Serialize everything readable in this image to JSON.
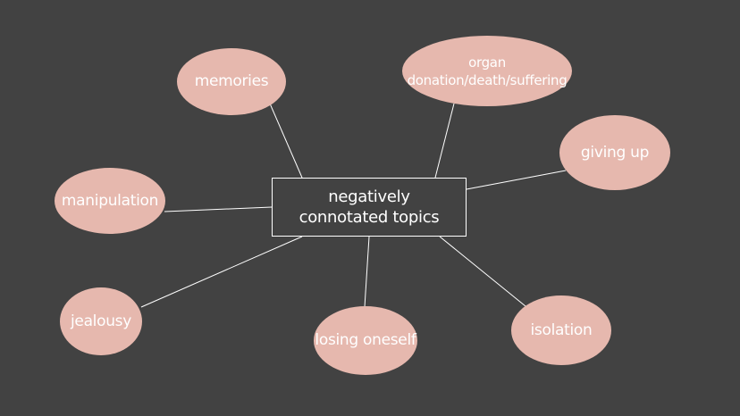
{
  "diagram": {
    "center": {
      "label": "negatively connotated topics"
    },
    "nodes": [
      {
        "id": "memories",
        "label": "memories"
      },
      {
        "id": "organ",
        "label": "organ donation/death/suffering"
      },
      {
        "id": "giving-up",
        "label": "giving up"
      },
      {
        "id": "manipulation",
        "label": "manipulation"
      },
      {
        "id": "jealousy",
        "label": "jealousy"
      },
      {
        "id": "losing-oneself",
        "label": "losing oneself"
      },
      {
        "id": "isolation",
        "label": "isolation"
      }
    ]
  },
  "colors": {
    "background": "#424242",
    "node_fill": "#e6b8ae",
    "line": "#ffffff",
    "text": "#ffffff"
  }
}
